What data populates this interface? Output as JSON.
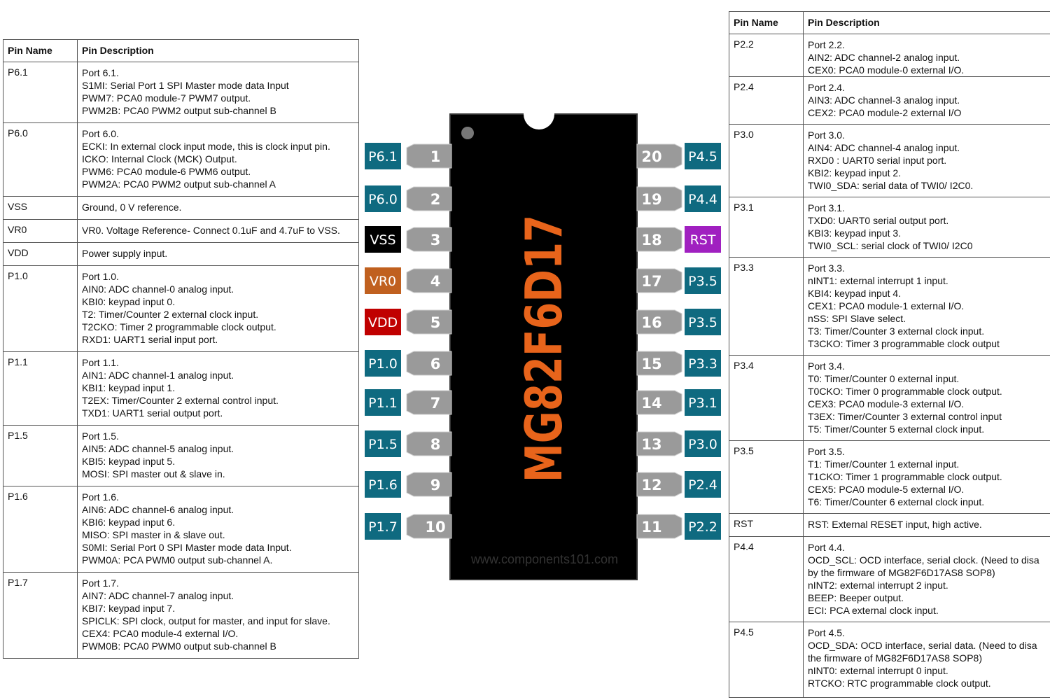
{
  "chip": {
    "name": "MG82F6D17",
    "watermark": "www.components101.com",
    "colors": {
      "body": "#000000",
      "text": "#e8641b",
      "teal": "#0f6a80",
      "black": "#000000",
      "orange": "#c0601f",
      "red": "#c00000",
      "purple": "#a020c0",
      "pin": "#9a9a9a"
    },
    "left_pins": [
      {
        "num": "1",
        "label": "P6.1",
        "color": "teal"
      },
      {
        "num": "2",
        "label": "P6.0",
        "color": "teal"
      },
      {
        "num": "3",
        "label": "VSS",
        "color": "black"
      },
      {
        "num": "4",
        "label": "VR0",
        "color": "orange"
      },
      {
        "num": "5",
        "label": "VDD",
        "color": "red"
      },
      {
        "num": "6",
        "label": "P1.0",
        "color": "teal"
      },
      {
        "num": "7",
        "label": "P1.1",
        "color": "teal"
      },
      {
        "num": "8",
        "label": "P1.5",
        "color": "teal"
      },
      {
        "num": "9",
        "label": "P1.6",
        "color": "teal"
      },
      {
        "num": "10",
        "label": "P1.7",
        "color": "teal"
      }
    ],
    "right_pins": [
      {
        "num": "20",
        "label": "P4.5",
        "color": "teal"
      },
      {
        "num": "19",
        "label": "P4.4",
        "color": "teal"
      },
      {
        "num": "18",
        "label": "RST",
        "color": "purple"
      },
      {
        "num": "17",
        "label": "P3.5",
        "color": "teal"
      },
      {
        "num": "16",
        "label": "P3.5",
        "color": "teal"
      },
      {
        "num": "15",
        "label": "P3.3",
        "color": "teal"
      },
      {
        "num": "14",
        "label": "P3.1",
        "color": "teal"
      },
      {
        "num": "13",
        "label": "P3.0",
        "color": "teal"
      },
      {
        "num": "12",
        "label": "P2.4",
        "color": "teal"
      },
      {
        "num": "11",
        "label": "P2.2",
        "color": "teal"
      }
    ]
  },
  "left_table": {
    "headers": [
      "Pin Name",
      "Pin Description"
    ],
    "rows": [
      {
        "name": "P6.1",
        "lines": [
          "Port 6.1.",
          "S1MI: Serial Port 1 SPI Master mode data Input",
          "PWM7: PCA0 module-7 PWM7 output.",
          "PWM2B: PCA0 PWM2 output sub-channel B"
        ]
      },
      {
        "name": "P6.0",
        "lines": [
          "Port 6.0.",
          "ECKI: In external clock input mode, this is clock input pin.",
          "ICKO: Internal Clock (MCK) Output.",
          "PWM6: PCA0 module-6 PWM6 output.",
          "PWM2A: PCA0 PWM2 output sub-channel A"
        ]
      },
      {
        "name": "VSS",
        "lines": [
          "Ground, 0 V reference."
        ]
      },
      {
        "name": "VR0",
        "lines": [
          "VR0. Voltage Reference- Connect 0.1uF and 4.7uF to VSS."
        ]
      },
      {
        "name": "VDD",
        "lines": [
          "Power supply input."
        ]
      },
      {
        "name": "P1.0",
        "lines": [
          "Port 1.0.",
          "AIN0: ADC channel-0 analog input.",
          "KBI0: keypad input 0.",
          "T2: Timer/Counter 2 external clock input.",
          "T2CKO: Timer 2 programmable clock output.",
          "RXD1: UART1 serial input port."
        ]
      },
      {
        "name": "P1.1",
        "lines": [
          "Port 1.1.",
          "AIN1: ADC channel-1 analog input.",
          "KBI1: keypad input 1.",
          "T2EX: Timer/Counter 2 external control input.",
          "TXD1: UART1 serial output port."
        ]
      },
      {
        "name": "P1.5",
        "lines": [
          "Port 1.5.",
          "AIN5: ADC channel-5 analog input.",
          "KBI5: keypad input 5.",
          "MOSI: SPI master out & slave in."
        ]
      },
      {
        "name": "P1.6",
        "lines": [
          "Port 1.6.",
          "AIN6: ADC channel-6 analog input.",
          "KBI6: keypad input 6.",
          "MISO: SPI master in & slave out.",
          "S0MI: Serial Port 0 SPI Master mode data Input.",
          "PWM0A: PCA PWM0 output sub-channel A."
        ]
      },
      {
        "name": "P1.7",
        "lines": [
          "Port 1.7.",
          "AIN7: ADC channel-7 analog input.",
          "KBI7: keypad input 7.",
          "SPICLK: SPI clock, output for master, and input for slave.",
          "CEX4: PCA0 module-4 external I/O.",
          "PWM0B: PCA0 PWM0 output sub-channel B"
        ]
      }
    ]
  },
  "right_table": {
    "headers": [
      "Pin Name",
      "Pin Description"
    ],
    "rows": [
      {
        "name": "P2.2",
        "lines": [
          "Port 2.2.",
          "AIN2: ADC channel-2 analog input.",
          "CEX0: PCA0 module-0 external I/O."
        ]
      },
      {
        "name": "P2.4",
        "lines": [
          "Port 2.4.",
          "AIN3: ADC channel-3 analog input.",
          "CEX2: PCA0 module-2 external I/O"
        ]
      },
      {
        "name": "P3.0",
        "lines": [
          "Port 3.0.",
          "AIN4: ADC channel-4 analog input.",
          "RXD0 : UART0 serial input port.",
          "KBI2: keypad input 2.",
          "TWI0_SDA: serial data of TWI0/ I2C0."
        ]
      },
      {
        "name": "P3.1",
        "lines": [
          "Port 3.1.",
          "TXD0: UART0 serial output port.",
          "KBI3: keypad input 3.",
          "TWI0_SCL: serial clock of TWI0/ I2C0"
        ]
      },
      {
        "name": "P3.3",
        "lines": [
          "Port 3.3.",
          "nINT1: external interrupt 1 input.",
          "KBI4: keypad input 4.",
          "CEX1: PCA0 module-1 external I/O.",
          "nSS: SPI Slave select.",
          "T3: Timer/Counter 3 external clock input.",
          "T3CKO: Timer 3 programmable clock output"
        ]
      },
      {
        "name": "P3.4",
        "lines": [
          "Port 3.4.",
          "T0: Timer/Counter 0 external input.",
          "T0CKO: Timer 0 programmable clock output.",
          "CEX3: PCA0 module-3 external I/O.",
          "T3EX: Timer/Counter 3 external control input",
          "T5: Timer/Counter 5 external clock input."
        ]
      },
      {
        "name": "P3.5",
        "lines": [
          "Port 3.5.",
          "T1: Timer/Counter 1 external input.",
          "T1CKO: Timer 1 programmable clock output.",
          "CEX5: PCA0 module-5 external I/O.",
          "T6: Timer/Counter 6 external clock input."
        ]
      },
      {
        "name": "RST",
        "lines": [
          "RST: External RESET input, high active."
        ]
      },
      {
        "name": "P4.4",
        "lines": [
          "Port 4.4.",
          "OCD_SCL: OCD interface, serial clock. (Need to disa",
          "by the firmware of MG82F6D17AS8 SOP8)",
          "nINT2: external interrupt 2 input.",
          "BEEP: Beeper output.",
          "ECI: PCA external clock input."
        ]
      },
      {
        "name": "P4.5",
        "lines": [
          "Port 4.5.",
          "OCD_SDA: OCD interface, serial data. (Need to disa",
          "the firmware of MG82F6D17AS8 SOP8)",
          "nINT0: external interrupt 0 input.",
          "RTCKO: RTC programmable clock output."
        ]
      }
    ]
  }
}
